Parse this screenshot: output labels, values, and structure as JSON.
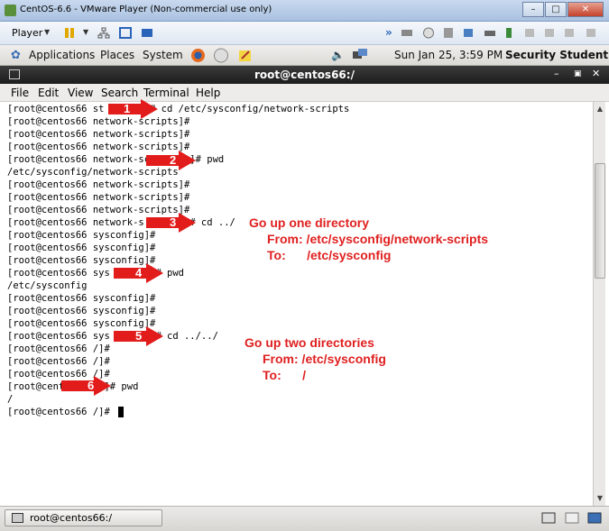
{
  "vm_window": {
    "title": "CentOS-6.6 - VMware Player (Non-commercial use only)",
    "player_label": "Player",
    "window_controls": [
      "minimize",
      "maximize",
      "close"
    ]
  },
  "gnome_panel": {
    "applications": "Applications",
    "places": "Places",
    "system": "System",
    "clock": "Sun Jan 25,  3:59 PM",
    "user": "Security Student"
  },
  "terminal": {
    "title": "root@centos66:/",
    "menu": [
      "File",
      "Edit",
      "View",
      "Search",
      "Terminal",
      "Help"
    ],
    "lines": [
      "[root@centos66 st       ]# cd /etc/sysconfig/network-scripts",
      "[root@centos66 network-scripts]#",
      "[root@centos66 network-scripts]#",
      "[root@centos66 network-scripts]#",
      "[root@centos66 network-sc       ]# pwd",
      "/etc/sysconfig/network-scripts",
      "[root@centos66 network-scripts]#",
      "[root@centos66 network-scripts]#",
      "[root@centos66 network-scripts]#",
      "[root@centos66 network-s       ]# cd ../",
      "[root@centos66 sysconfig]#",
      "[root@centos66 sysconfig]#",
      "[root@centos66 sysconfig]#",
      "[root@centos66 sys       ]# pwd",
      "/etc/sysconfig",
      "[root@centos66 sysconfig]#",
      "[root@centos66 sysconfig]#",
      "[root@centos66 sysconfig]#",
      "[root@centos66 sys       ]# cd ../../",
      "[root@centos66 /]#",
      "[root@centos66 /]#",
      "[root@centos66 /]#",
      "[root@cent       ]# pwd",
      "/",
      "[root@centos66 /]# "
    ]
  },
  "annotations": {
    "arrows": [
      "1",
      "2",
      "3",
      "4",
      "5",
      "6"
    ],
    "note1": {
      "line1": "Go up one directory",
      "line2": "From: /etc/sysconfig/network-scripts",
      "line3": "To:      /etc/sysconfig"
    },
    "note2": {
      "line1": "Go up two directories",
      "line2": "From: /etc/sysconfig",
      "line3": "To:      /"
    },
    "color": "#e02020"
  },
  "taskbar": {
    "task_label": "root@centos66:/"
  }
}
